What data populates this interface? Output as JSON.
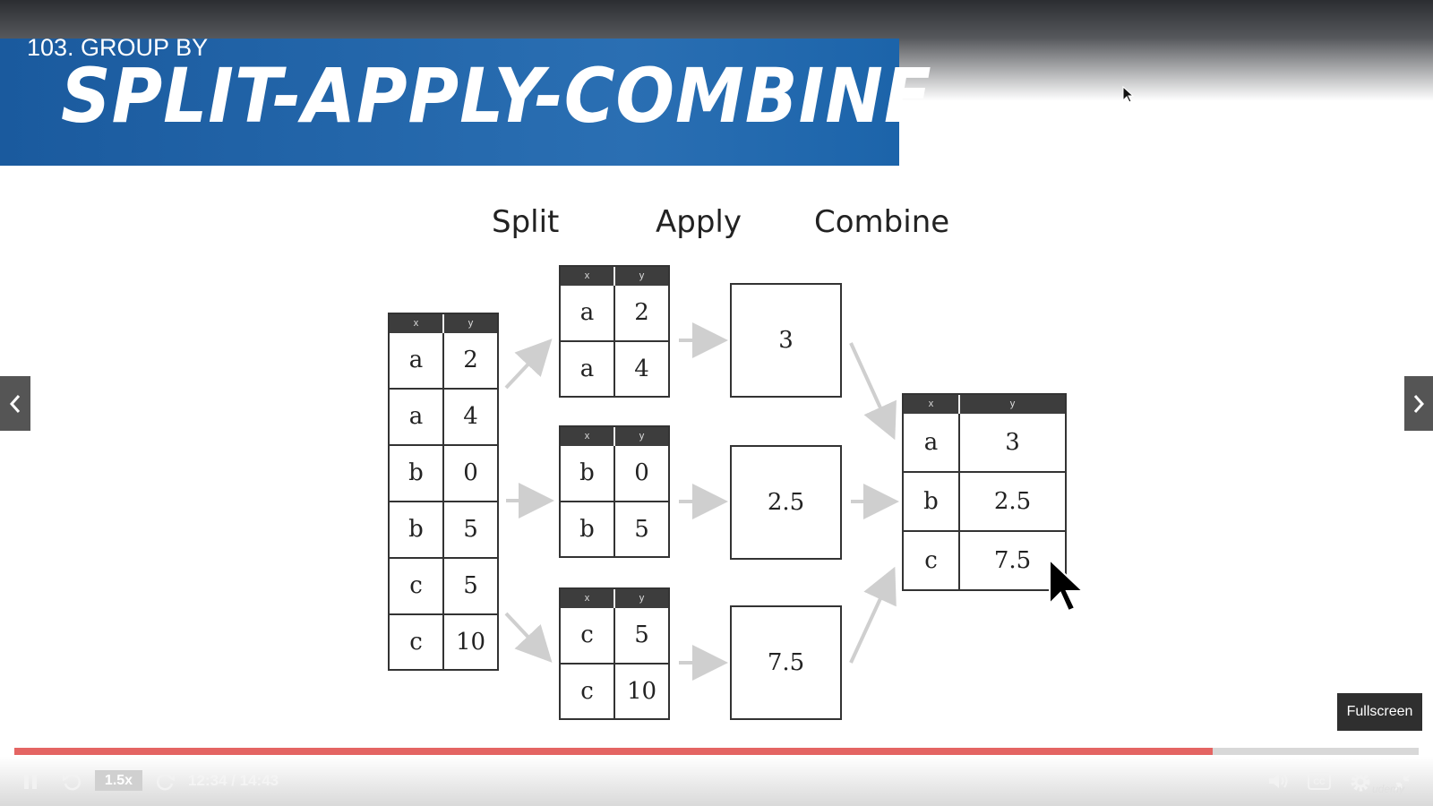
{
  "lecture": {
    "title": "103. GROUP BY"
  },
  "slide": {
    "banner_title": "SPLIT-APPLY-COMBINE",
    "labels": {
      "split": "Split",
      "apply": "Apply",
      "combine": "Combine"
    },
    "source_table": {
      "headers": [
        "x",
        "y"
      ],
      "rows": [
        [
          "a",
          "2"
        ],
        [
          "a",
          "4"
        ],
        [
          "b",
          "0"
        ],
        [
          "b",
          "5"
        ],
        [
          "c",
          "5"
        ],
        [
          "c",
          "10"
        ]
      ]
    },
    "split_tables": [
      {
        "headers": [
          "x",
          "y"
        ],
        "rows": [
          [
            "a",
            "2"
          ],
          [
            "a",
            "4"
          ]
        ]
      },
      {
        "headers": [
          "x",
          "y"
        ],
        "rows": [
          [
            "b",
            "0"
          ],
          [
            "b",
            "5"
          ]
        ]
      },
      {
        "headers": [
          "x",
          "y"
        ],
        "rows": [
          [
            "c",
            "5"
          ],
          [
            "c",
            "10"
          ]
        ]
      }
    ],
    "apply_results": [
      "3",
      "2.5",
      "7.5"
    ],
    "combined_table": {
      "headers": [
        "x",
        "y"
      ],
      "rows": [
        [
          "a",
          "3"
        ],
        [
          "b",
          "2.5"
        ],
        [
          "c",
          "7.5"
        ]
      ]
    }
  },
  "player": {
    "fullscreen_tooltip": "Fullscreen",
    "speed": "1.5x",
    "time": "12:34 / 14:43",
    "progress": 0.853,
    "accent_color": "#e46563",
    "watermark": "udemy",
    "icons": [
      "pause-icon",
      "rewind-icon",
      "forward-icon",
      "volume-icon",
      "cc-icon",
      "settings-icon",
      "exit-fullscreen-icon",
      "chevron-left-icon",
      "chevron-right-icon"
    ]
  }
}
